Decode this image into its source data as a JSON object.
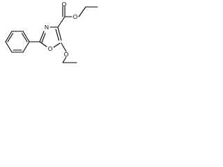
{
  "atoms": {
    "ring_nitrogen": "N",
    "ring_oxygen": "O",
    "ester_carbonyl_oxygen": "O",
    "ester_alkoxy_oxygen": "O",
    "ethoxy_oxygen": "O"
  },
  "colors": {
    "bond": "#000000",
    "background": "#ffffff"
  }
}
